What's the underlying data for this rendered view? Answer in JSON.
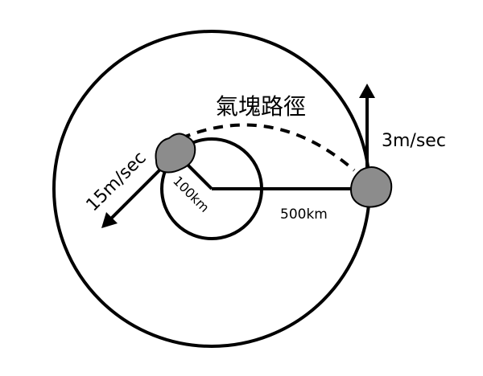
{
  "diagram": {
    "path_title": "氣塊路徑",
    "speed_outer": "3m/sec",
    "speed_inner": "15m/sec",
    "radius_inner": "100km",
    "radius_outer": "500km"
  },
  "colors": {
    "stroke": "#000000",
    "parcel_fill": "#8c8c8c",
    "background": "#ffffff"
  }
}
